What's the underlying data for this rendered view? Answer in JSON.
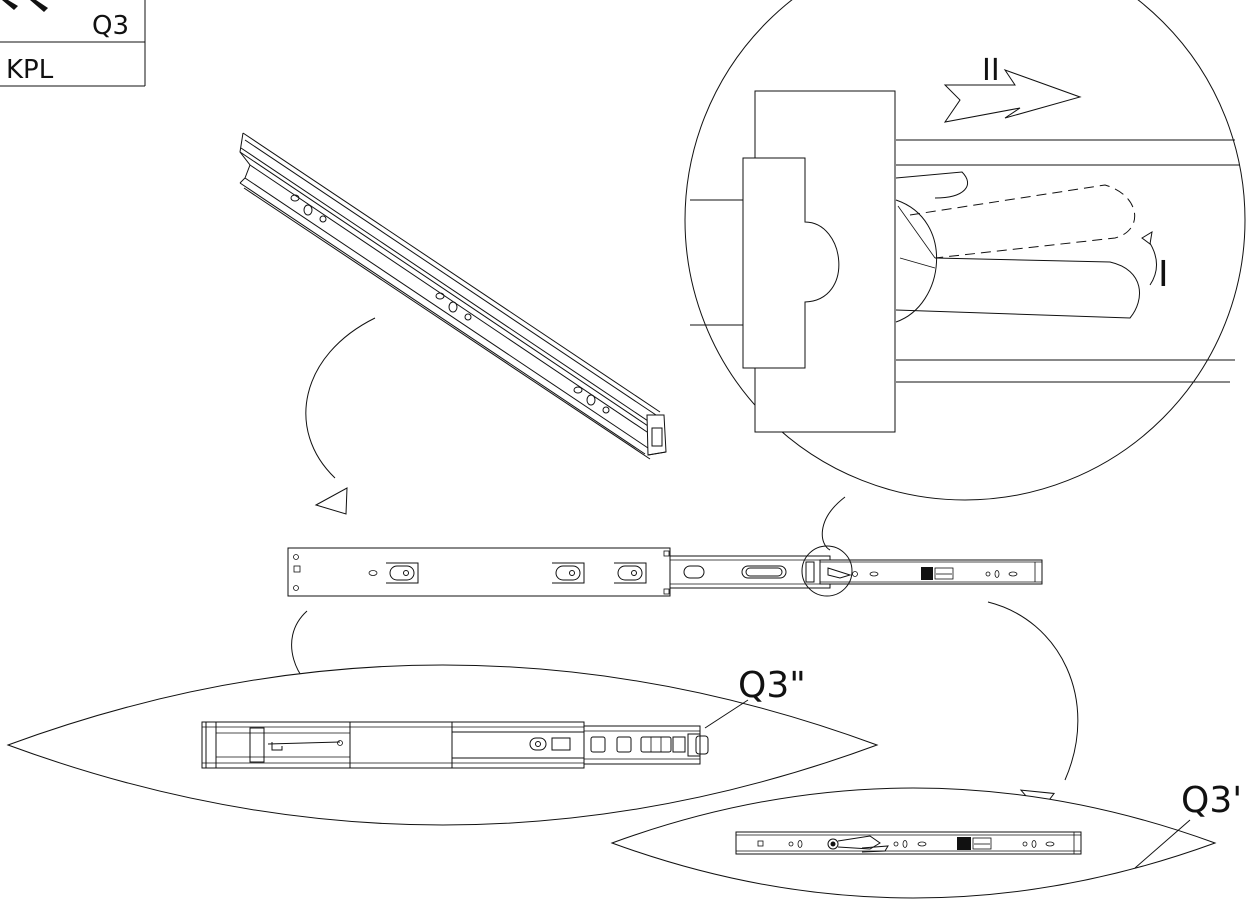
{
  "legend": {
    "part_code": "Q3",
    "unit": "KPL"
  },
  "detail": {
    "step_one": "I",
    "step_two": "II"
  },
  "callouts": {
    "front_view": "Q3\"",
    "side_view": "Q3'"
  },
  "colors": {
    "line": "#111111",
    "background": "#ffffff"
  }
}
